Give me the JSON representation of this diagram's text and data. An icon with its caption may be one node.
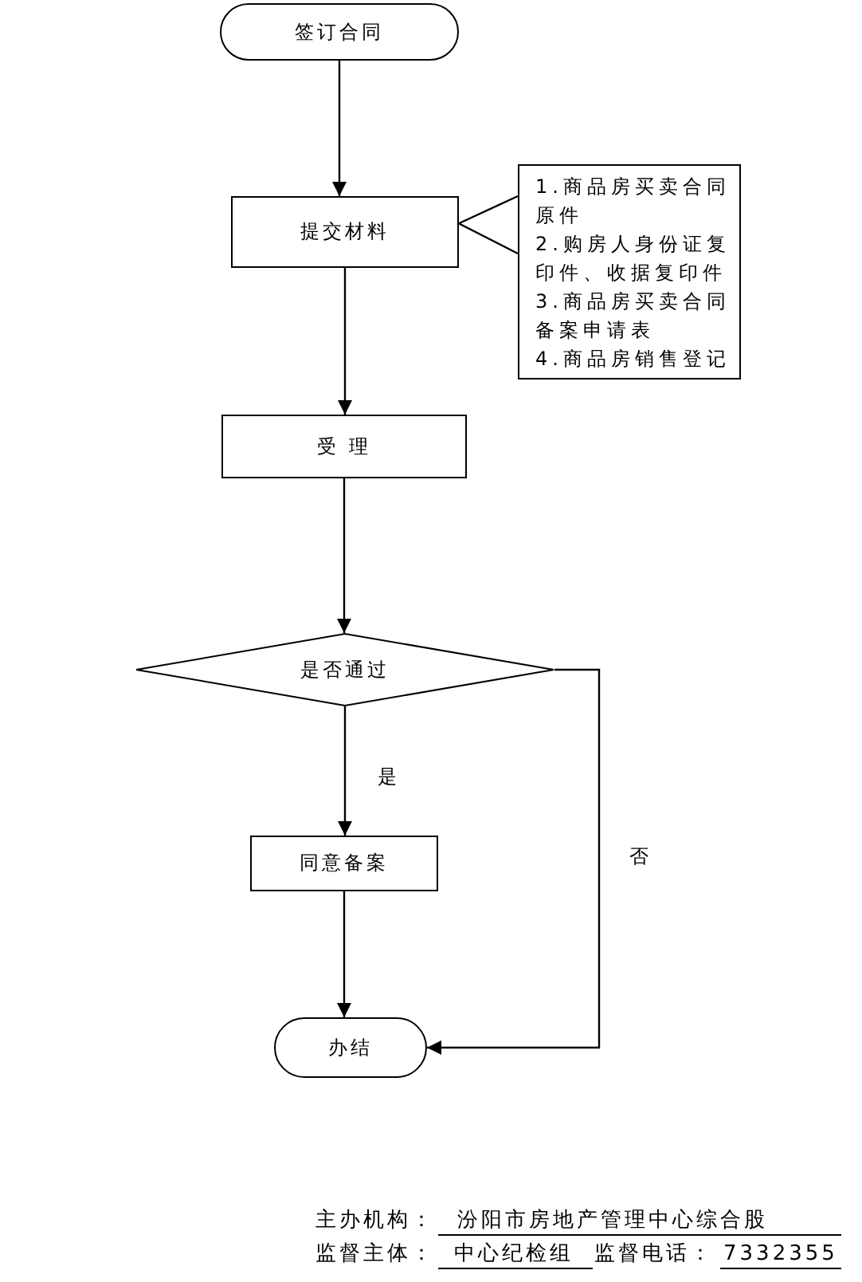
{
  "diagram": {
    "nodes": [
      {
        "text": [
          "签订合同"
        ]
      },
      {
        "text": [
          "提交材料"
        ]
      },
      {
        "text": [
          "1.商品房买卖合同原件",
          "2.购房人身份证复印件、收据复印件",
          "3.商品房买卖合同备案申请表",
          "4.商品房销售登记"
        ]
      },
      {
        "text": [
          "受 理"
        ]
      },
      {
        "text": [
          "是否通过"
        ]
      },
      {
        "text": [
          "同意备案"
        ]
      },
      {
        "text": [
          "办结"
        ]
      }
    ],
    "edges": [
      {
        "from": 0,
        "to": 1,
        "arrow": "to"
      },
      {
        "from": 2,
        "to": 1,
        "arrow": "none"
      },
      {
        "from": 1,
        "to": 3,
        "arrow": "to"
      },
      {
        "from": 3,
        "to": 4,
        "arrow": "to"
      },
      {
        "from": 4,
        "to": 5,
        "arrow": "to",
        "label": "是"
      },
      {
        "from": 5,
        "to": 6,
        "arrow": "to"
      },
      {
        "from": 4,
        "to": 6,
        "arrow": "to",
        "label": "否"
      }
    ],
    "labels": [
      "主办机构：",
      "汾阳市房地产管理中心综合股",
      "监督主体：",
      "中心纪检组",
      "监督电话：",
      "7332355"
    ]
  }
}
